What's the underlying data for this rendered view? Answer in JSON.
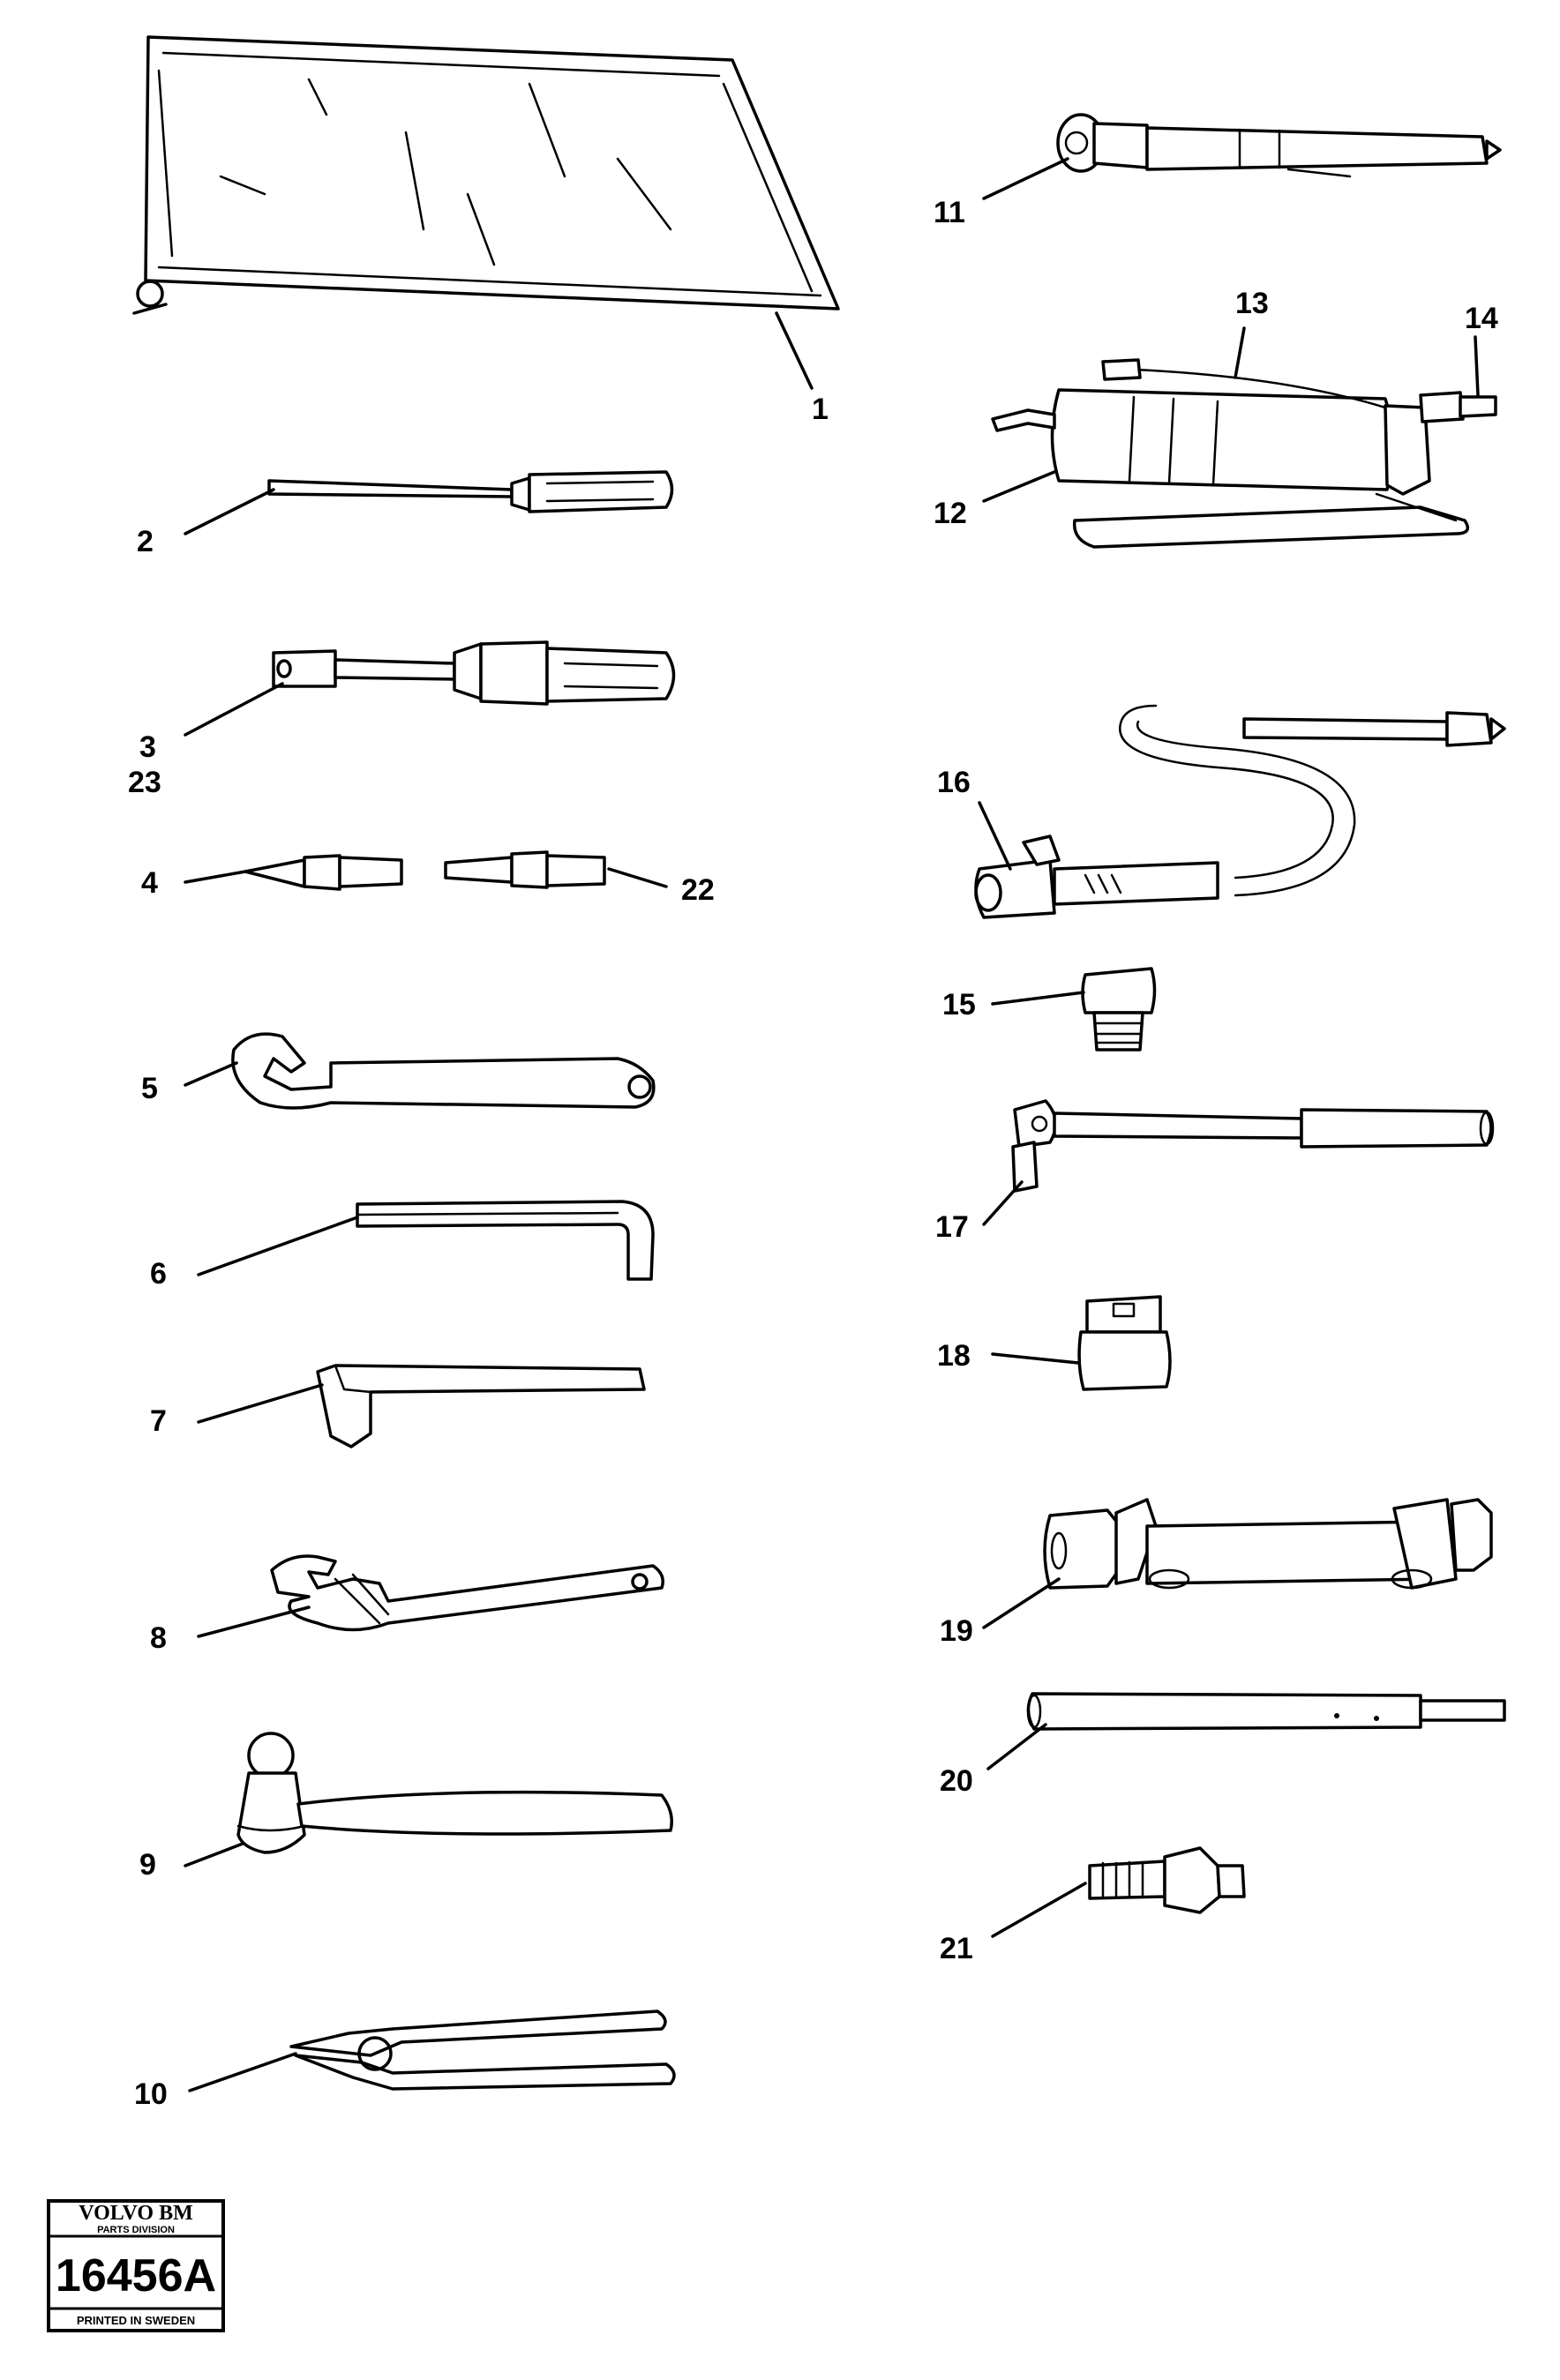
{
  "diagram": {
    "callouts": [
      "1",
      "2",
      "3",
      "23",
      "4",
      "22",
      "5",
      "6",
      "7",
      "8",
      "9",
      "10",
      "11",
      "13",
      "14",
      "12",
      "16",
      "15",
      "17",
      "18",
      "19",
      "20",
      "21"
    ]
  },
  "stamp": {
    "brand": "VOLVO BM",
    "division": "PARTS DIVISION",
    "number": "16456A",
    "origin": "PRINTED IN SWEDEN"
  }
}
